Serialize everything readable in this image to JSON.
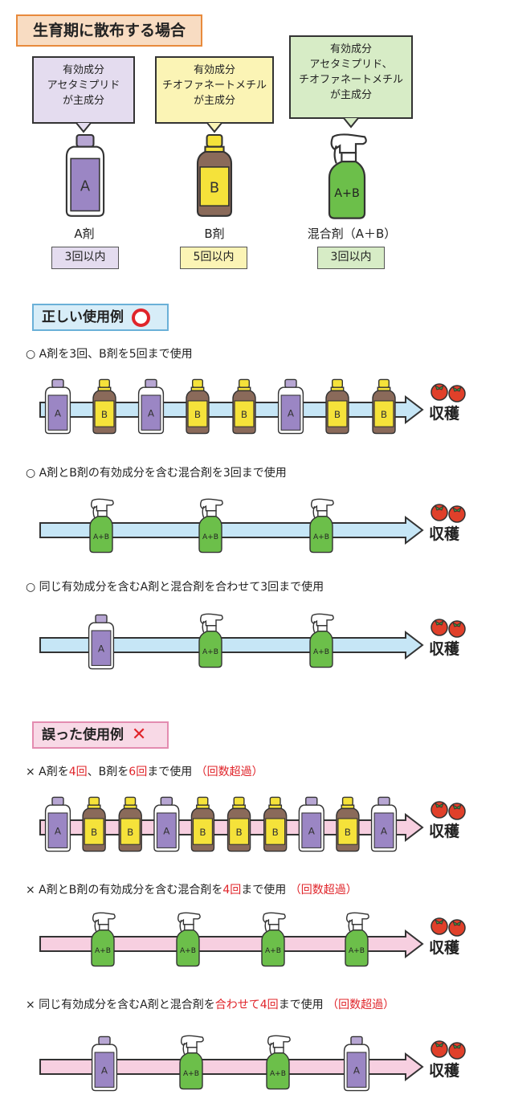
{
  "header": {
    "title": "生育期に散布する場合"
  },
  "products": [
    {
      "callout": [
        "有効成分",
        "アセタミプリド",
        "が主成分"
      ],
      "bottle_letter": "A",
      "name": "A剤",
      "limit": "3回以内"
    },
    {
      "callout": [
        "有効成分",
        "チオファネートメチル",
        "が主成分"
      ],
      "bottle_letter": "B",
      "name": "B剤",
      "limit": "5回以内"
    },
    {
      "callout": [
        "有効成分",
        "アセタミプリド、",
        "チオファネートメチル",
        "が主成分"
      ],
      "bottle_letter": "A+B",
      "name": "混合剤（A＋B）",
      "limit": "3回以内"
    }
  ],
  "correct_section": {
    "title": "正しい使用例"
  },
  "wrong_section": {
    "title": "誤った使用例"
  },
  "harvest_label": "収穫",
  "examples": [
    {
      "mark": "○",
      "text": [
        {
          "t": " A剤を3回、B剤を5回まで使用",
          "red": false
        }
      ],
      "sequence": [
        "A",
        "B",
        "A",
        "B",
        "B",
        "A",
        "B",
        "B"
      ],
      "arrow": "blue"
    },
    {
      "mark": "○",
      "text": [
        {
          "t": " A剤とB剤の有効成分を含む混合剤を3回まで使用",
          "red": false
        }
      ],
      "sequence": [
        "A+B",
        "A+B",
        "A+B"
      ],
      "arrow": "blue"
    },
    {
      "mark": "○",
      "text": [
        {
          "t": " 同じ有効成分を含むA剤と混合剤を合わせて3回まで使用",
          "red": false
        }
      ],
      "sequence": [
        "A",
        "A+B",
        "A+B"
      ],
      "arrow": "blue"
    },
    {
      "mark": "×",
      "text": [
        {
          "t": " A剤を",
          "red": false
        },
        {
          "t": "4回",
          "red": true
        },
        {
          "t": "、B剤を",
          "red": false
        },
        {
          "t": "6回",
          "red": true
        },
        {
          "t": "まで使用 ",
          "red": false
        },
        {
          "t": "（回数超過）",
          "red": true
        }
      ],
      "sequence": [
        "A",
        "B",
        "B",
        "A",
        "B",
        "B",
        "B",
        "A",
        "B",
        "A"
      ],
      "arrow": "pink"
    },
    {
      "mark": "×",
      "text": [
        {
          "t": " A剤とB剤の有効成分を含む混合剤を",
          "red": false
        },
        {
          "t": "4回",
          "red": true
        },
        {
          "t": "まで使用 ",
          "red": false
        },
        {
          "t": "（回数超過）",
          "red": true
        }
      ],
      "sequence": [
        "A+B",
        "A+B",
        "A+B",
        "A+B"
      ],
      "arrow": "pink"
    },
    {
      "mark": "×",
      "text": [
        {
          "t": " 同じ有効成分を含むA剤と混合剤を",
          "red": false
        },
        {
          "t": "合わせて4回",
          "red": true
        },
        {
          "t": "まで使用 ",
          "red": false
        },
        {
          "t": "（回数超過）",
          "red": true
        }
      ],
      "sequence": [
        "A",
        "A+B",
        "A+B",
        "A"
      ],
      "arrow": "pink"
    }
  ],
  "colors": {
    "a_body": "#b7a6d3",
    "a_label": "#9b86c4",
    "b_body": "#8a6a5a",
    "b_label": "#f5e23a",
    "b_cap": "#f5e23a",
    "ab_body": "#6cbf4a",
    "arrow_blue": "#c6e6f6",
    "arrow_pink": "#f7cfe0",
    "tomato": "#e0402a"
  }
}
